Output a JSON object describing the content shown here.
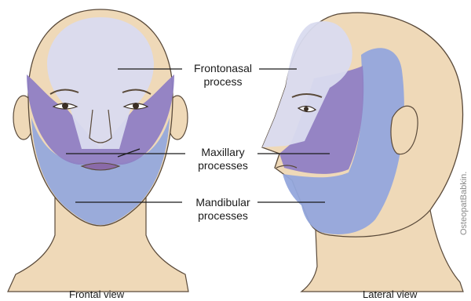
{
  "labels": {
    "frontonasal_line1": "Frontonasal",
    "frontonasal_line2": "process",
    "maxillary_line1": "Maxillary",
    "maxillary_line2": "processes",
    "mandibular_line1": "Mandibular",
    "mandibular_line2": "processes"
  },
  "captions": {
    "frontal": "Frontal view",
    "lateral": "Lateral view"
  },
  "watermark": "OsteopatBabkin.",
  "colors": {
    "skin": "#efd9b8",
    "skin_shadow": "#d9bf98",
    "frontonasal": "#d9dbef",
    "maxillary": "#8f7fc4",
    "mandibular": "#93a7dc",
    "outline": "#5a4a3a",
    "leader_line": "#1a1a1a"
  }
}
